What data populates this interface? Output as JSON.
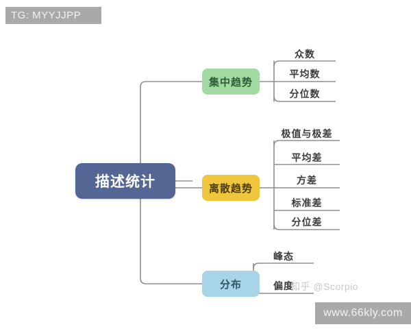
{
  "diagram": {
    "title": "描述统计",
    "type": "mindmap",
    "background_color": "#ffffff",
    "connector_color": "#8d8d8d",
    "root": {
      "label": "描述统计",
      "fill": "#546694",
      "text_color": "#ffffff"
    },
    "branches": [
      {
        "label": "集中趋势",
        "fill": "#a2dba2",
        "text_color": "#2f5d36",
        "leaves": [
          {
            "label": "众数"
          },
          {
            "label": "平均数"
          },
          {
            "label": "分位数"
          }
        ]
      },
      {
        "label": "离散趋势",
        "fill": "#efc53c",
        "text_color": "#4d3a0b",
        "leaves": [
          {
            "label": "极值与极差"
          },
          {
            "label": "平均差"
          },
          {
            "label": "方差"
          },
          {
            "label": "标准差"
          },
          {
            "label": "分位差"
          }
        ]
      },
      {
        "label": "分布",
        "fill": "#a7d4e7",
        "text_color": "#2f5566",
        "leaves": [
          {
            "label": "峰态"
          },
          {
            "label": "偏度"
          }
        ]
      }
    ]
  },
  "watermarks": {
    "top_left": "TG: MYYJJPP",
    "bottom_right": "www.66kly.com",
    "attribution": "知乎 @Scorpio"
  }
}
